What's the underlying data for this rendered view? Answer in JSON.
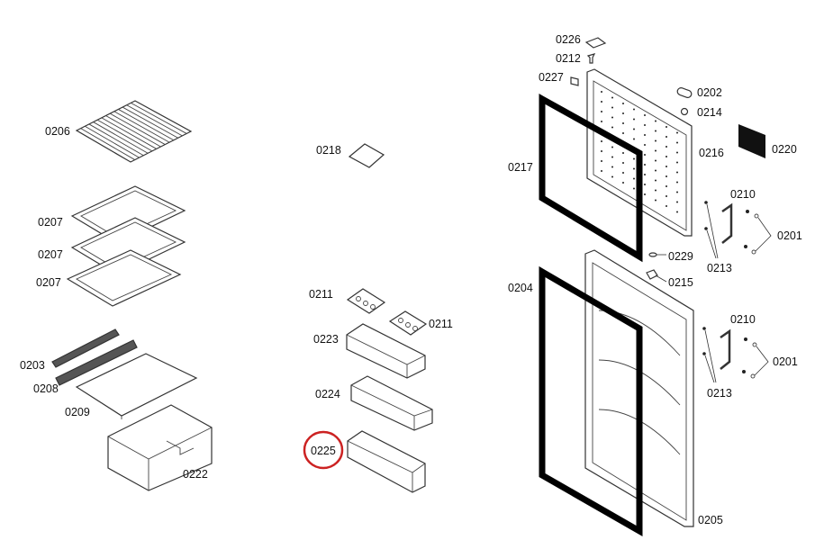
{
  "diagram": {
    "highlight_color": "#cc2222",
    "highlighted_part": "0225",
    "labels": {
      "p0206": "0206",
      "p0207a": "0207",
      "p0207b": "0207",
      "p0207c": "0207",
      "p0203": "0203",
      "p0208": "0208",
      "p0209": "0209",
      "p0222": "0222",
      "p0218": "0218",
      "p0211a": "0211",
      "p0211b": "0211",
      "p0223": "0223",
      "p0224": "0224",
      "p0225": "0225",
      "p0226": "0226",
      "p0212": "0212",
      "p0227": "0227",
      "p0202": "0202",
      "p0214": "0214",
      "p0216": "0216",
      "p0220": "0220",
      "p0217": "0217",
      "p0210a": "0210",
      "p0201a": "0201",
      "p0213a": "0213",
      "p0229": "0229",
      "p0215": "0215",
      "p0204": "0204",
      "p0210b": "0210",
      "p0201b": "0201",
      "p0213b": "0213",
      "p0205": "0205"
    }
  }
}
